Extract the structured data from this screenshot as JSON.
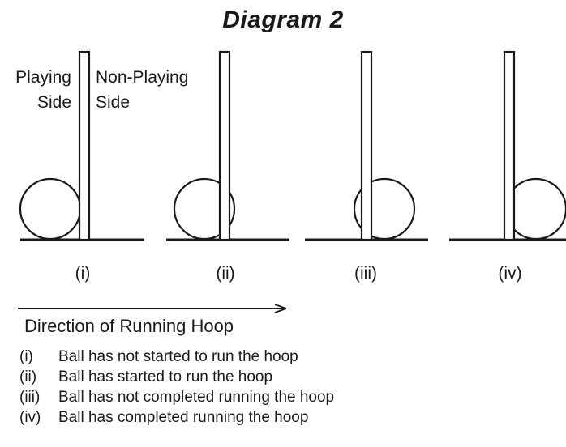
{
  "title": "Diagram 2",
  "labels": {
    "playing_side": [
      "Playing",
      "Side"
    ],
    "non_playing_side": [
      "Non-Playing",
      "Side"
    ]
  },
  "stages": [
    {
      "id": "i",
      "label": "(i)"
    },
    {
      "id": "ii",
      "label": "(ii)"
    },
    {
      "id": "iii",
      "label": "(iii)"
    },
    {
      "id": "iv",
      "label": "(iv)"
    }
  ],
  "direction_label": "Direction of Running Hoop",
  "legend": [
    {
      "key": "(i)",
      "text": "Ball has not started to run the hoop"
    },
    {
      "key": "(ii)",
      "text": "Ball has started to run the hoop"
    },
    {
      "key": "(iii)",
      "text": "Ball has not completed running the hoop"
    },
    {
      "key": "(iv)",
      "text": "Ball has completed running the hoop"
    }
  ]
}
